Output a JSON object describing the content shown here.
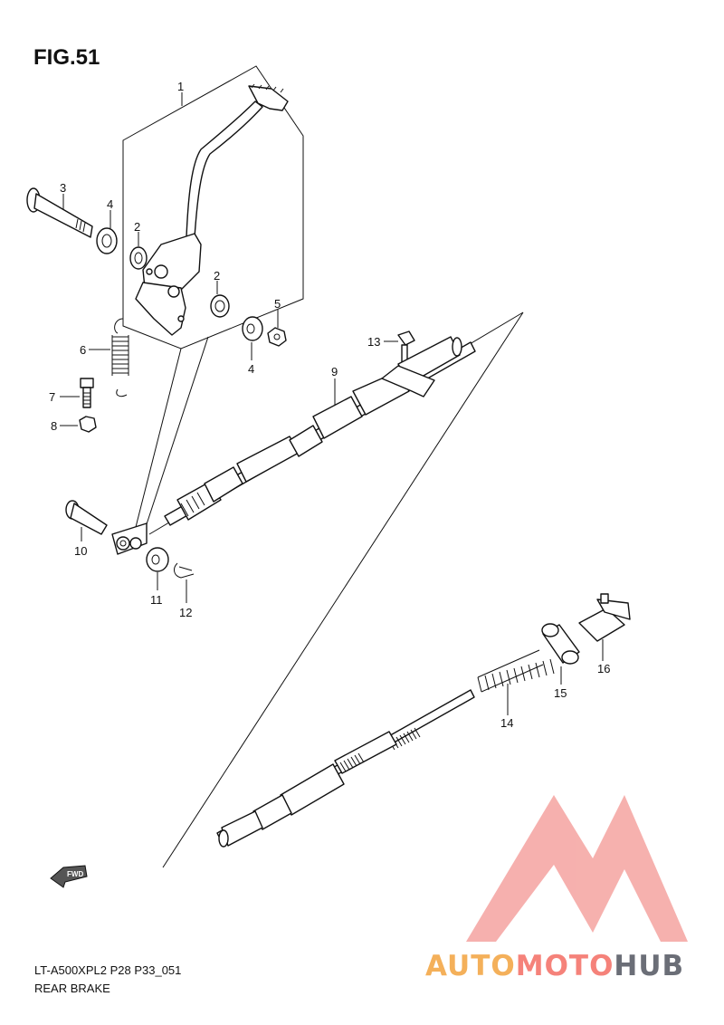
{
  "figure": {
    "title": "FIG.51",
    "model_code": "LT-A500XPL2 P28 P33_051",
    "section_name": "REAR BRAKE"
  },
  "direction_marker": "FWD",
  "watermark": {
    "part1": "AUTO",
    "part2": "MOTO",
    "part3": "HUB",
    "colors": {
      "auto": "#f4b05a",
      "moto": "#f5827a",
      "hub": "#6b6e77",
      "logo": "#f5a3a0"
    }
  },
  "callouts": [
    {
      "id": "c1",
      "label": "1"
    },
    {
      "id": "c2a",
      "label": "2"
    },
    {
      "id": "c2b",
      "label": "2"
    },
    {
      "id": "c3",
      "label": "3"
    },
    {
      "id": "c4a",
      "label": "4"
    },
    {
      "id": "c4b",
      "label": "4"
    },
    {
      "id": "c5",
      "label": "5"
    },
    {
      "id": "c6",
      "label": "6"
    },
    {
      "id": "c7",
      "label": "7"
    },
    {
      "id": "c8",
      "label": "8"
    },
    {
      "id": "c9",
      "label": "9"
    },
    {
      "id": "c10",
      "label": "10"
    },
    {
      "id": "c11",
      "label": "11"
    },
    {
      "id": "c12",
      "label": "12"
    },
    {
      "id": "c13",
      "label": "13"
    },
    {
      "id": "c14",
      "label": "14"
    },
    {
      "id": "c15",
      "label": "15"
    },
    {
      "id": "c16",
      "label": "16"
    }
  ]
}
